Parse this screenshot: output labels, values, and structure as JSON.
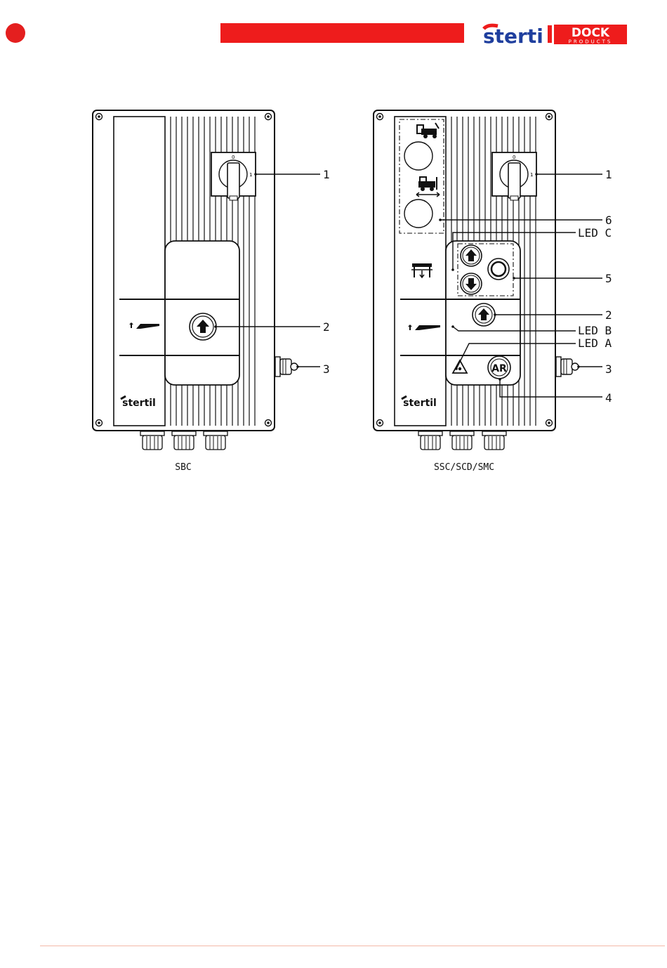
{
  "brand": {
    "logo_main": "sterti",
    "logo_box": "DOCK",
    "logo_sub": "PRODUCTS",
    "panel_logo": "stertil",
    "colors": {
      "red": "#ee1c1c",
      "blue": "#1f3f9e"
    }
  },
  "diagram": {
    "left_panel": {
      "caption": "SBC",
      "switch_marks": {
        "off": "0",
        "on": "1"
      },
      "callouts": [
        "1",
        "2",
        "3"
      ]
    },
    "right_panel": {
      "caption": "SSC/SCD/SMC",
      "switch_marks": {
        "off": "0",
        "on": "1"
      },
      "ar_button": "AR",
      "callouts": [
        "1",
        "6",
        "LED C",
        "5",
        "2",
        "LED B",
        "LED A",
        "3",
        "4"
      ]
    }
  }
}
